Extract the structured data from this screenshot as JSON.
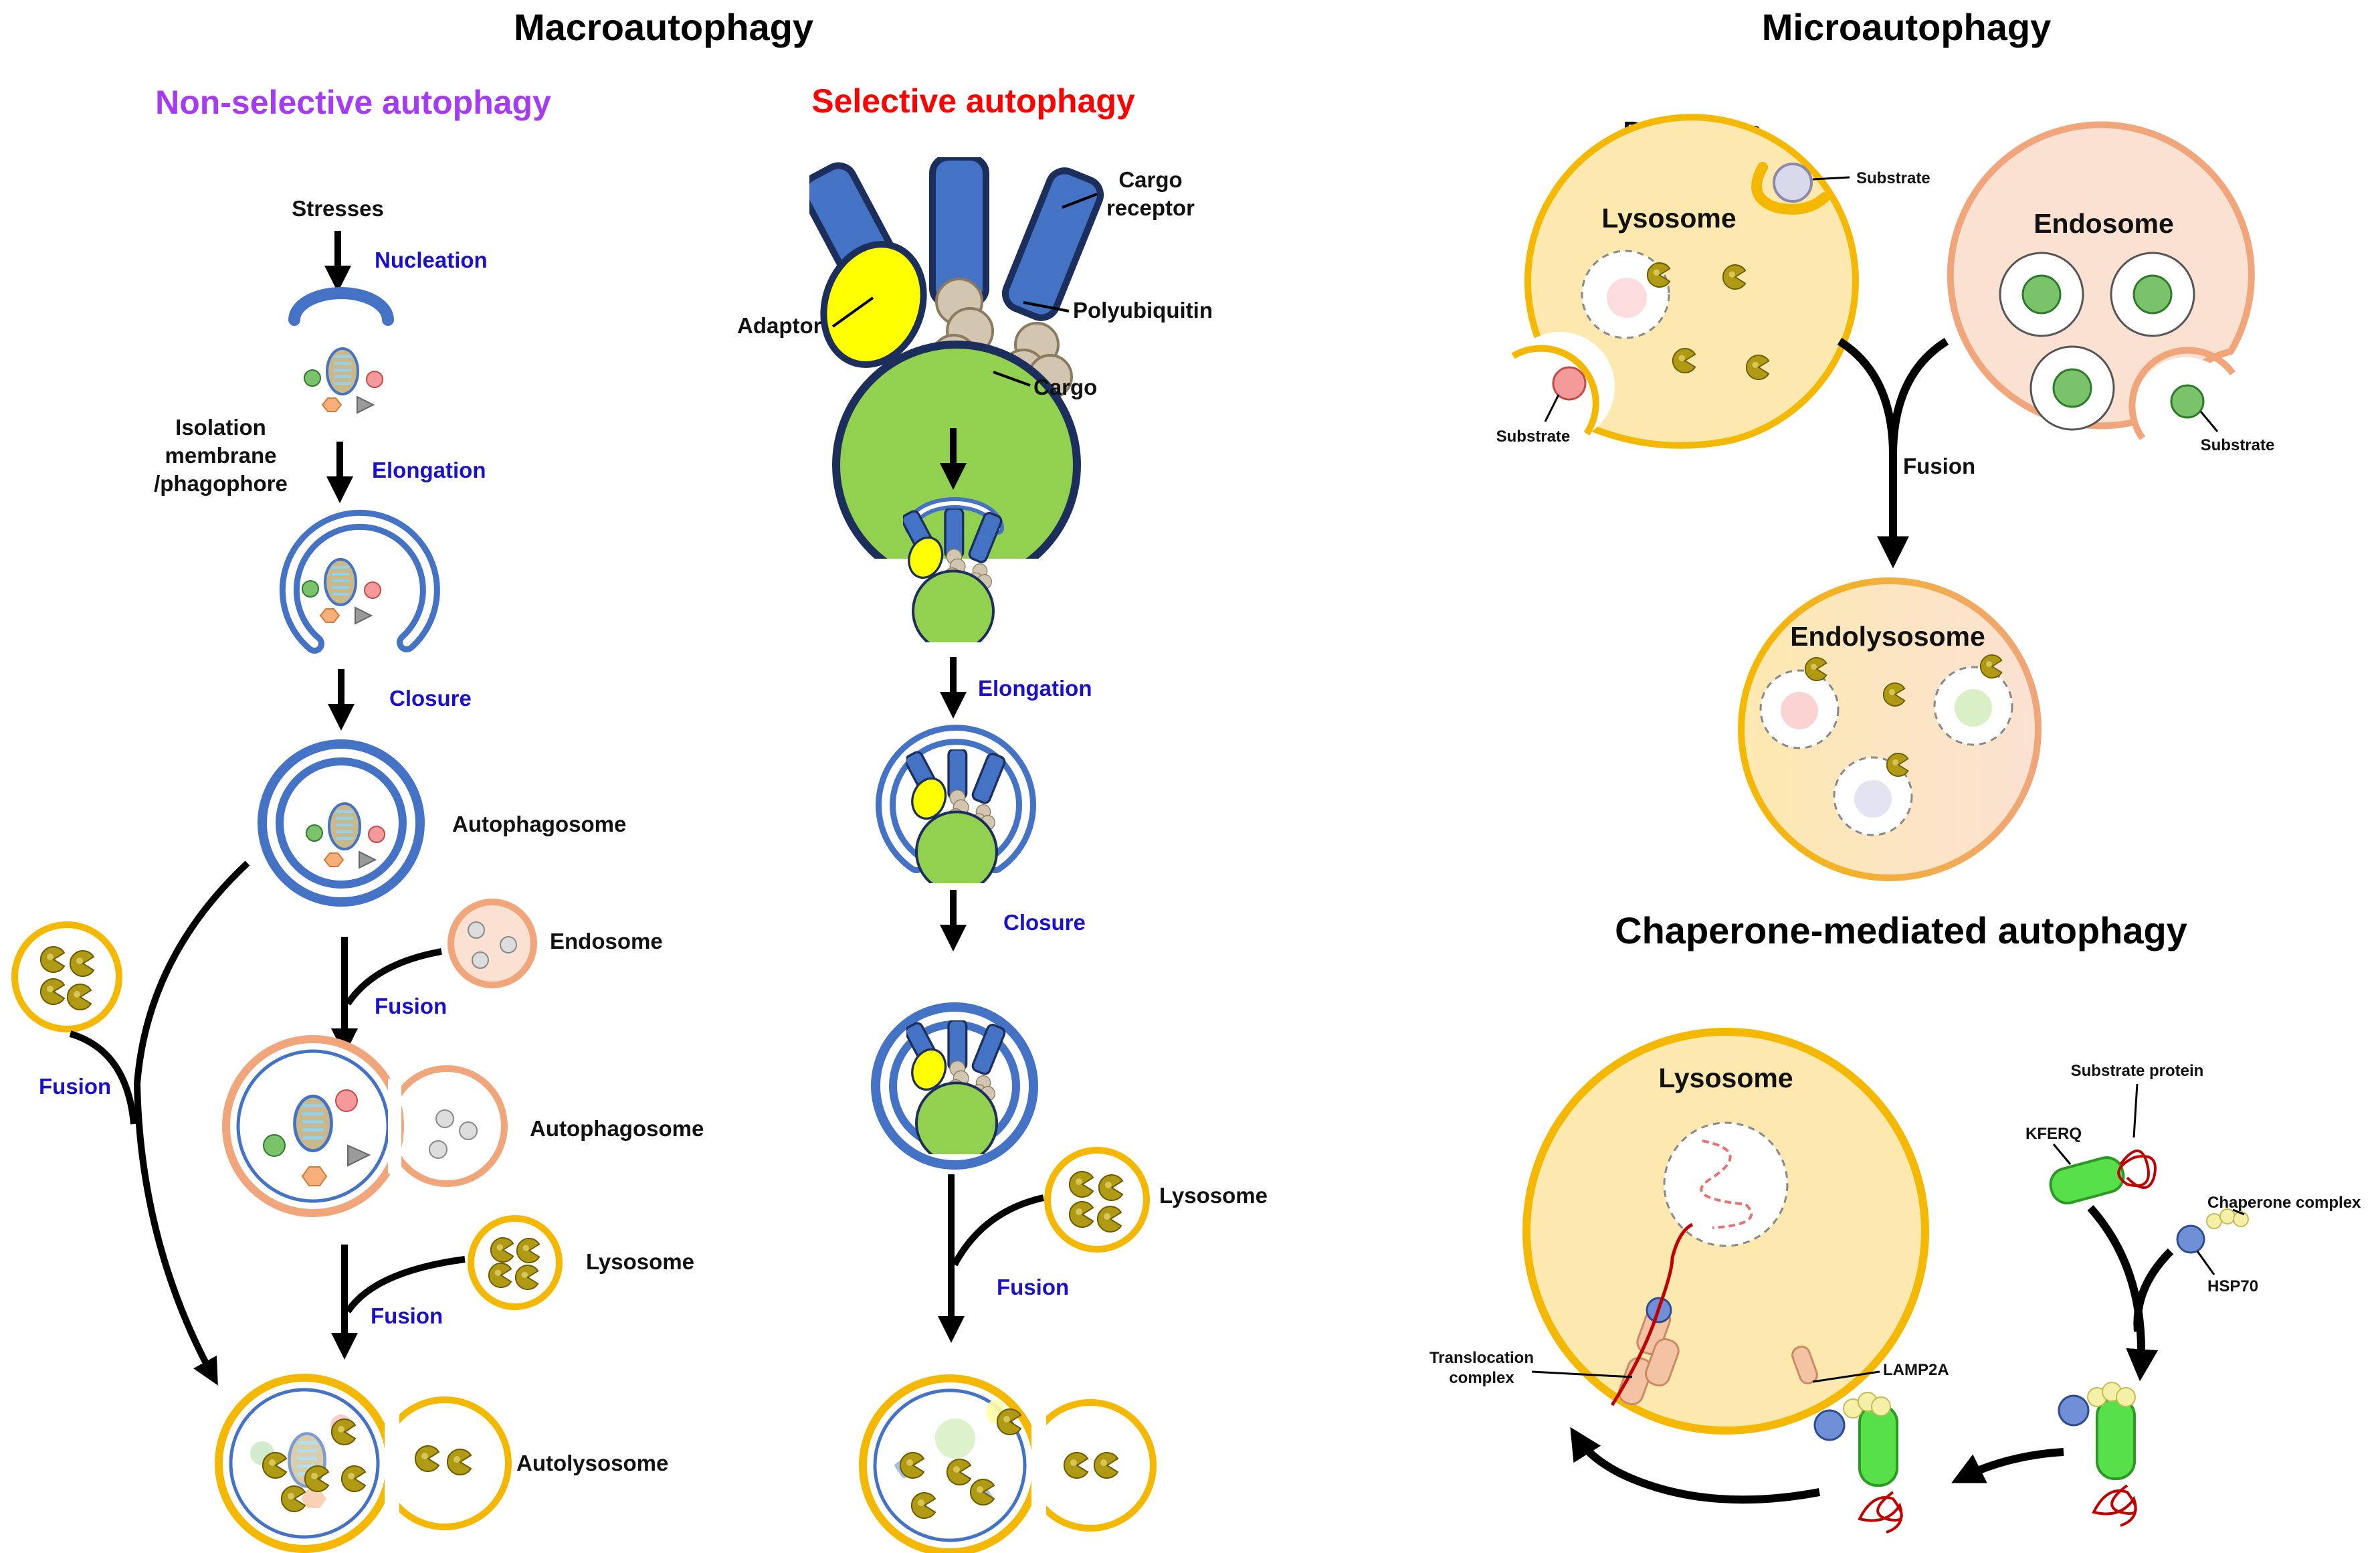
{
  "titles": {
    "macro": "Macroautophagy",
    "micro": "Microautophagy",
    "cma": "Chaperone-mediated autophagy",
    "nonselective": "Non-selective autophagy",
    "selective": "Selective autophagy"
  },
  "nonselective": {
    "stresses": "Stresses",
    "nucleation": "Nucleation",
    "isolation_1": "Isolation",
    "isolation_2": "membrane",
    "isolation_3": "/phagophore",
    "elongation": "Elongation",
    "closure": "Closure",
    "autophagosome": "Autophagosome",
    "endosome": "Endosome",
    "fusion_endosome": "Fusion",
    "autophagosome_amphi": "Autophagosome",
    "lysosome": "Lysosome",
    "fusion_lysosome": "Fusion",
    "fusion_side": "Fusion",
    "autolysosome": "Autolysosome"
  },
  "selective": {
    "cargo_receptor_1": "Cargo",
    "cargo_receptor_2": "receptor",
    "polyubiquitin": "Polyubiquitin",
    "adaptor": "Adaptor",
    "cargo": "Cargo",
    "elongation": "Elongation",
    "closure": "Closure",
    "lysosome": "Lysosome",
    "fusion": "Fusion"
  },
  "micro": {
    "protrusion": "Protrusion",
    "substrate_top": "Substrate",
    "lysosome": "Lysosome",
    "endosome": "Endosome",
    "substrate_left": "Substrate",
    "substrate_right": "Substrate",
    "fusion": "Fusion",
    "endolysosome": "Endolysosome"
  },
  "cma": {
    "lysosome": "Lysosome",
    "substrate_protein": "Substrate protein",
    "kferq": "KFERQ",
    "chaperone_complex": "Chaperone complex",
    "hsp70": "HSP70",
    "translocation_1": "Translocation",
    "translocation_2": "complex",
    "lamp2a": "LAMP2A"
  },
  "colors": {
    "membrane_blue": "#4472c4",
    "lysosome_orange": "#f5b800",
    "lysosome_fill": "#fde9b0",
    "endosome_peach": "#f0a57a",
    "endosome_fill": "#fbe1d2",
    "cargo_green": "#92d050",
    "adaptor_yellow": "#ffff00",
    "step_blue": "#1a10c9",
    "nonselective_purple": "#a53bf2",
    "selective_red": "#ff0000"
  }
}
